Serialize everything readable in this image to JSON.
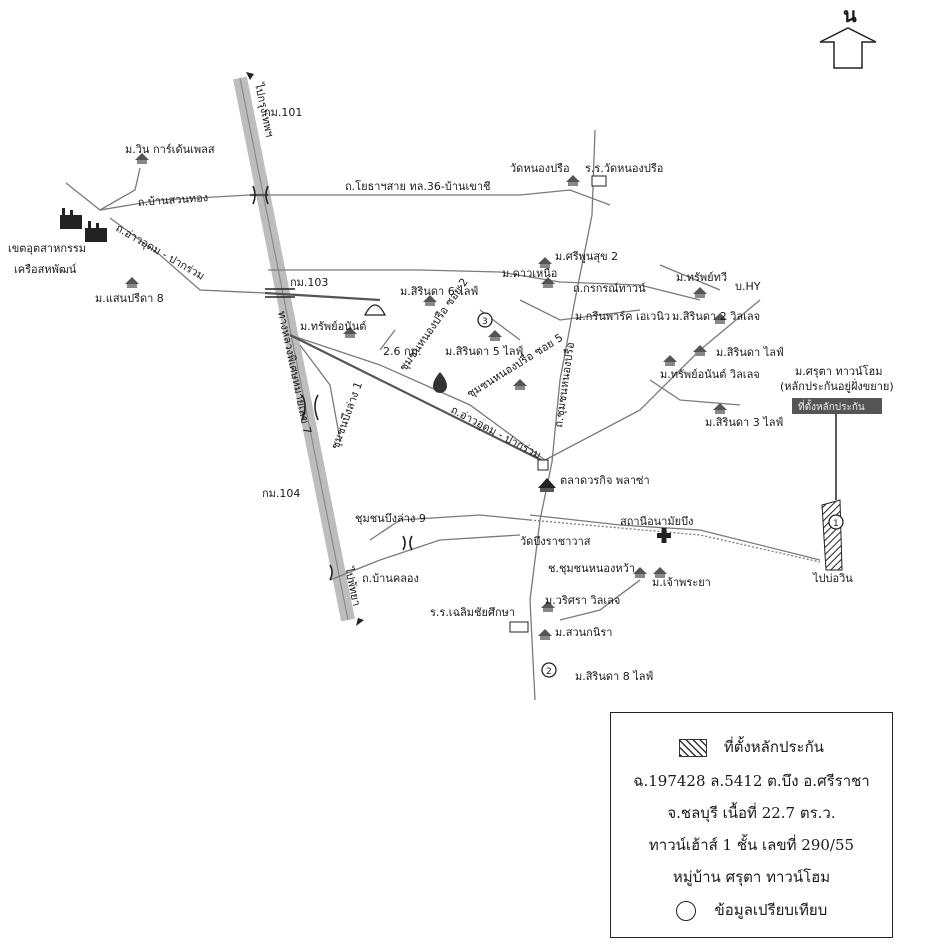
{
  "north_label": "น",
  "labels": {
    "to_bangkok": "ไปกรุงเทพฯ",
    "km101": "กม.101",
    "win_garden": "ม.วิน การ์เด้นเพลส",
    "ban_suan_thong": "ถ.บ้านสวนทอง",
    "industrial": "เขตอุตสาหกรรม",
    "industrial2": "เครือสหพัฒน์",
    "aoudom_road_west": "ถ.อ่าวอุดม - ปากร่วม",
    "saen_pri": "ม.แสนปรีดา 8",
    "km103": "กม.103",
    "hwy7": "ทางหลวงพิเศษหมายเลข 7",
    "sap_anan": "ม.ทรัพย์อนันต์",
    "dist": "2.6 กม.",
    "chumchon_nongprue_2": "ชุมชนหนองปรือ ซอย 2",
    "chumchon_nongprue_5": "ชุมชนหนองปรือ ซอย 5",
    "chumchon_bueng_lang": "ชุมชนบึงล่าง 1",
    "sirinta6": "ม.สิรินดา 6 ไลฟ์",
    "sirinta5": "ม.สิรินดา 5 ไลฟ์",
    "aoudom_road": "ถ.อ่าวอุดม - ปากร่วม",
    "nongprue_road": "ถ.ชุมชนหนองปรือ",
    "wat_nongprue": "วัดหนองปรือ",
    "school_nongprue": "ร.ร.วัดหนองปรือ",
    "yothasai_road": "ถ.โยธาฯสาย ทล.36-บ้านเขาชี",
    "sripoon": "ม.ศรีพูนสุข 2",
    "kaw": "ม.ดาวเหนือ",
    "kritsana": "ถ.กรกรณ์ทาวน์",
    "sap_thawi": "ม.ทรัพย์ทวี",
    "bhy": "บ.HY",
    "green_avenue": "ม.กรีนพาร์ค เอเวนิว",
    "sirinta2": "ม.สิรินดา 2 วิลเลจ",
    "sirinta_life": "ม.สิรินดา ไลฟ์",
    "sap_anan_village": "ม.ทรัพย์อนันต์ วิลเลจ",
    "sirinta3": "ม.สิรินดา 3 ไลฟ์",
    "sruta_home": "ม.ศรุตา ทาวน์โฮม",
    "collateral_note": "(หลักประกันอยู่ฝั่งขยาย)",
    "project_sign": "ที่ตั้งหลักประกัน",
    "market": "ตลาดวรกิจ พลาซ่า",
    "km104": "กม.104",
    "chumchon_bueng_lang9": "ชุมชนบึงล่าง 9",
    "health_station": "สถานีอนามัยบึง",
    "to_bo_win": "ไปบ่อวิน",
    "wat_bueng": "วัดบึงราชาวาส",
    "to_pattaya": "ไปพัทยา",
    "ban_khlong": "ถ.บ้านคลอง",
    "chumchon_nongwa": "ช.ชุมชนหนองหว้า",
    "chaophraya": "ม.เจ้าพระยา",
    "warisa": "ม.วริศรา วิลเลจ",
    "school_chaloem": "ร.ร.เฉลิมชัยศึกษา",
    "suan_kanira": "ม.สวนกนิรา",
    "sirinta8": "ม.สิรินดา 8 ไลฟ์",
    "marker1": "1",
    "marker2": "2",
    "marker3": "3"
  },
  "legend": {
    "hatch_label": "ที่ตั้งหลักประกัน",
    "line1": "ฉ.197428 ล.5412 ต.บึง อ.ศรีราชา",
    "line2": "จ.ชลบุรี เนื้อที่ 22.7 ตร.ว.",
    "line3": "ทาวน์เฮ้าส์ 1 ชั้น เลขที่ 290/55",
    "line4": "หมู่บ้าน ศรุตา ทาวน์โฮม",
    "circle_label": "ข้อมูลเปรียบเทียบ"
  }
}
